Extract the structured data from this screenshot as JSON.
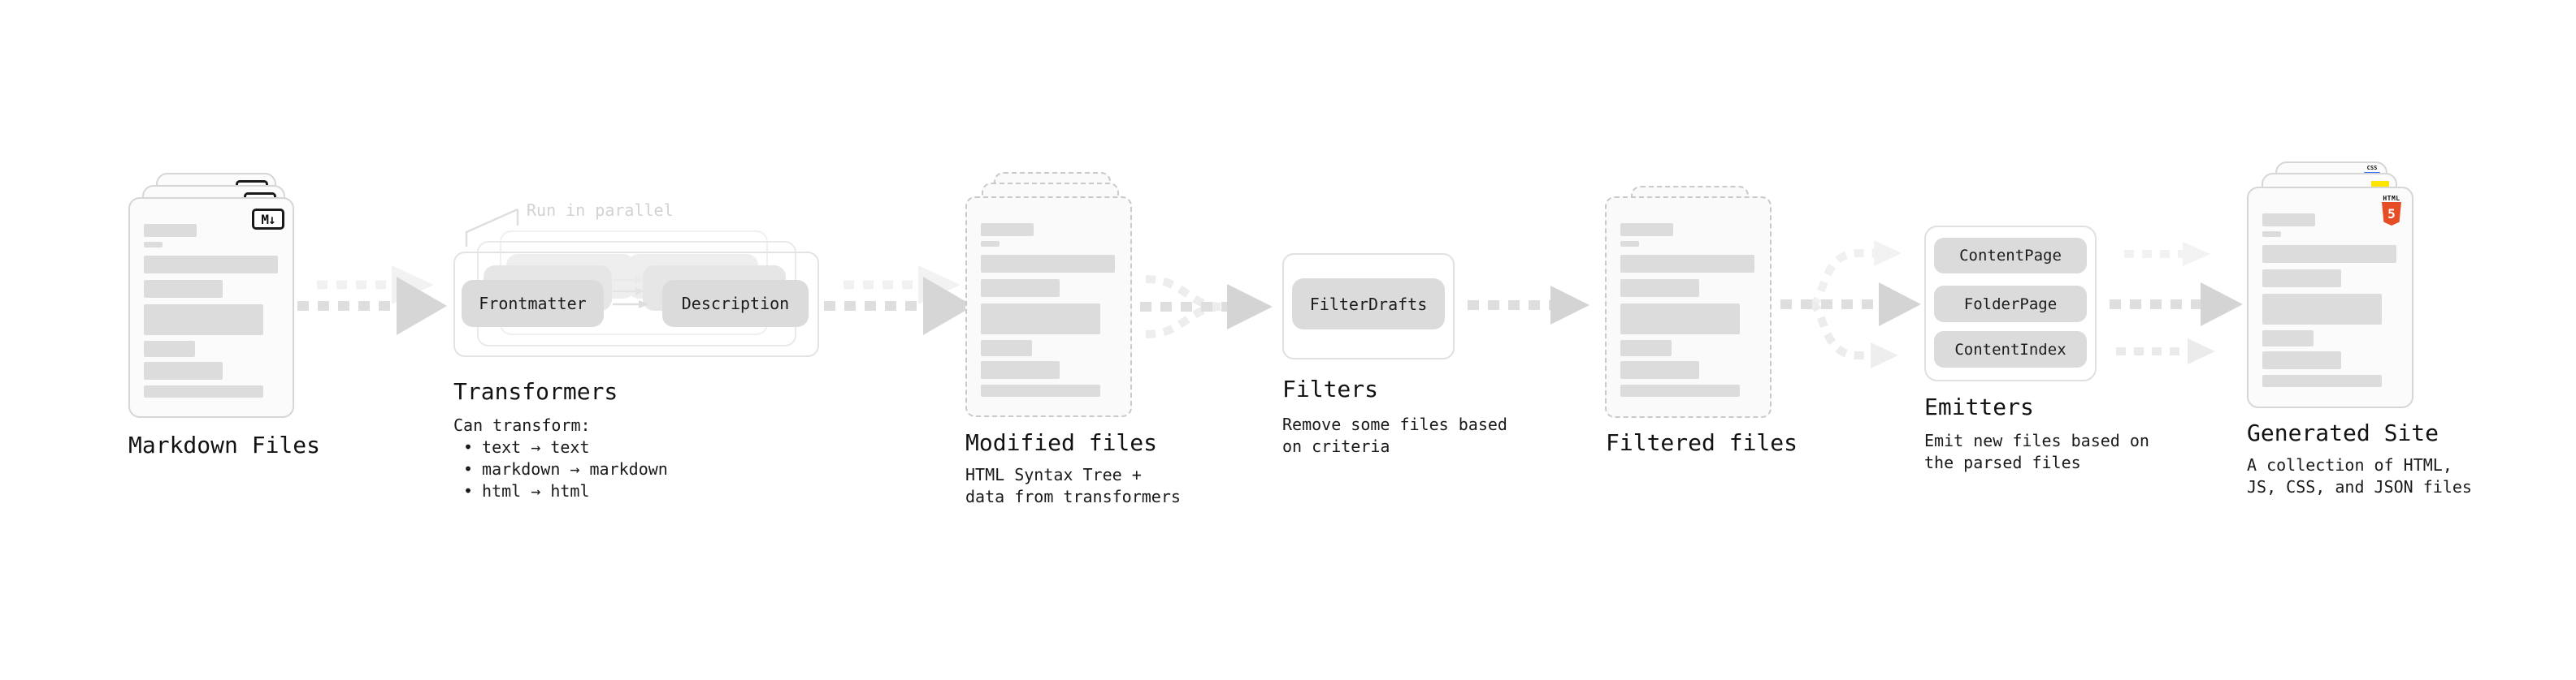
{
  "diagram": {
    "nodes": {
      "markdown_files": {
        "title": "Markdown Files",
        "badge_label": "M↓"
      },
      "transformers": {
        "annotation": "Run in parallel",
        "box_frontmatter": "Frontmatter",
        "box_description": "Description",
        "title": "Transformers",
        "body_heading": "Can transform:",
        "bullet_char": "•",
        "bullets": [
          "text → text",
          "markdown → markdown",
          "html → html"
        ]
      },
      "modified_files": {
        "title": "Modified files",
        "body_lines": [
          "HTML Syntax Tree +",
          "data from transformers"
        ]
      },
      "filters": {
        "title": "Filters",
        "box_filterdrafts": "FilterDrafts",
        "body_lines": [
          "Remove some files based",
          "on criteria"
        ]
      },
      "filtered_files": {
        "title": "Filtered files"
      },
      "emitters": {
        "title": "Emitters",
        "boxes": [
          "ContentPage",
          "FolderPage",
          "ContentIndex"
        ],
        "body_lines": [
          "Emit new files based on",
          "the parsed files"
        ]
      },
      "generated_site": {
        "title": "Generated Site",
        "body_lines": [
          "A collection of HTML,",
          "JS, CSS, and JSON files"
        ],
        "css_badge_label": "CSS",
        "html_badge_label": "HTML",
        "html_badge_number": "5"
      }
    },
    "colors": {
      "html5_orange": "#e44d26",
      "js_yellow": "#ffe400",
      "css_blue": "#2d6ff2",
      "markdown_badge_border": "#191919",
      "node_box_fill": "#dbdbdb",
      "arrow_main": "#d6d6d6",
      "arrow_ghost": "#f1f1f1",
      "annotation_gray": "#d2d2d2",
      "text_dark": "#161616",
      "page_fill": "#fbfbfb"
    }
  }
}
